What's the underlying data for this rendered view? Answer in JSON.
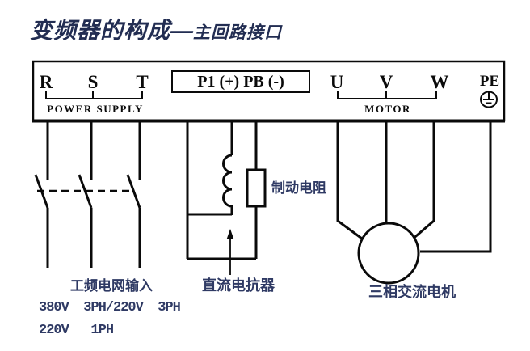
{
  "title": {
    "main": "变频器的构成",
    "dash": "—",
    "sub": "主回路接口"
  },
  "terminal_box": {
    "power_terminals": [
      "R",
      "S",
      "T"
    ],
    "power_group_label": "POWER SUPPLY",
    "dc_terminal_label": "P1 (+) PB (-)",
    "motor_terminals": [
      "U",
      "V",
      "W"
    ],
    "motor_group_label": "MOTOR",
    "pe_terminal": "PE"
  },
  "annotations": {
    "braking_resistor": "制动电阻",
    "dc_reactor": "直流电抗器",
    "grid_input_title": "工频电网输入",
    "grid_input_spec_1": "380V  3PH/220V  3PH",
    "grid_input_spec_2": "220V   1PH",
    "motor_label": "三相交流电机"
  },
  "colors": {
    "wire": "#0a0a0a",
    "annotation": "#2f3a64",
    "title": "#222d52",
    "background": "#ffffff"
  }
}
